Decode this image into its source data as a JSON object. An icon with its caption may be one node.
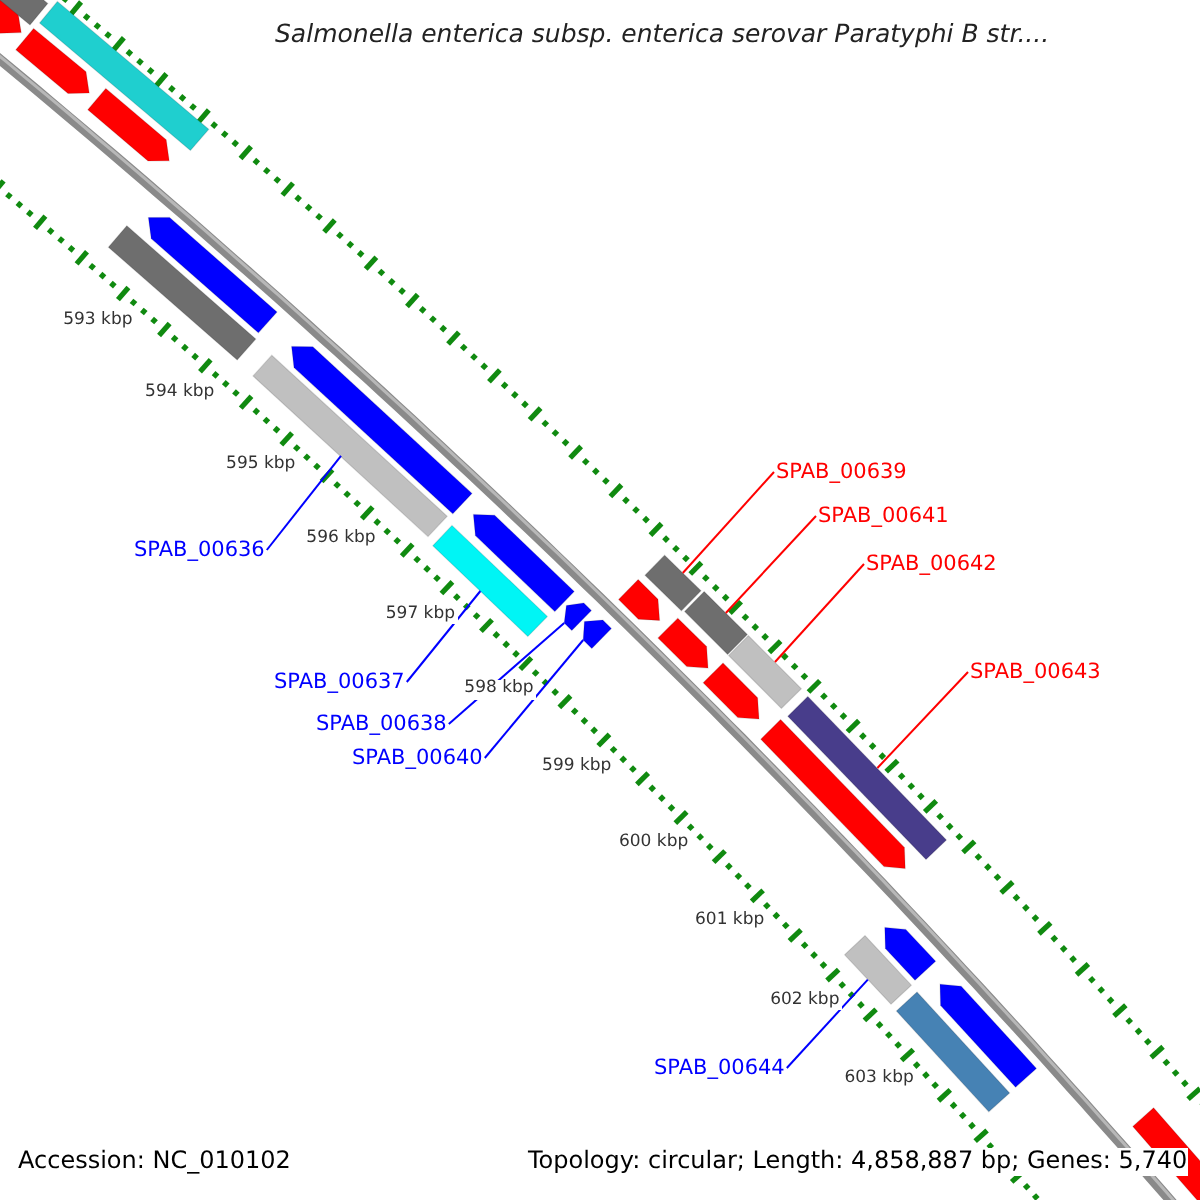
{
  "diagram": {
    "title": "Salmonella enterica subsp. enterica serovar Paratyphi B str....",
    "nodes": [
      {
        "text": [
          "SPAB_00636"
        ]
      },
      {
        "text": [],
        "shape": "bar"
      },
      {
        "text": [
          "SPAB_00637"
        ]
      },
      {
        "text": [],
        "shape": "bar"
      },
      {
        "text": [
          "SPAB_00638"
        ]
      },
      {
        "text": [],
        "shape": "bar"
      },
      {
        "text": [
          "SPAB_00639"
        ]
      },
      {
        "text": [],
        "shape": "bar"
      },
      {
        "text": [
          "SPAB_00640"
        ]
      },
      {
        "text": [],
        "shape": "bar"
      },
      {
        "text": [
          "SPAB_00641"
        ]
      },
      {
        "text": [],
        "shape": "bar"
      },
      {
        "text": [
          "SPAB_00642"
        ]
      },
      {
        "text": [],
        "shape": "bar"
      },
      {
        "text": [
          "SPAB_00643"
        ]
      },
      {
        "text": [],
        "shape": "bar"
      },
      {
        "text": [
          "SPAB_00644"
        ]
      },
      {
        "text": [],
        "shape": "bar"
      },
      {
        "text": [],
        "shape": "bar"
      },
      {
        "text": [],
        "shape": "bar"
      },
      {
        "text": [],
        "shape": "bar"
      },
      {
        "text": [],
        "shape": "bar"
      },
      {
        "text": [],
        "shape": "bar"
      },
      {
        "text": [],
        "shape": "bar"
      },
      {
        "text": [],
        "shape": "bar"
      },
      {
        "text": [],
        "shape": "bar"
      },
      {
        "text": [],
        "shape": "bar"
      },
      {
        "text": [],
        "shape": "bar"
      },
      {
        "text": [],
        "shape": "bar"
      },
      {
        "text": [],
        "shape": "bar"
      },
      {
        "text": [],
        "shape": "bar"
      },
      {
        "text": [],
        "shape": "bar"
      },
      {
        "text": [],
        "shape": "bar"
      },
      {
        "text": [],
        "shape": "bar"
      },
      {
        "text": [],
        "shape": "bar"
      }
    ],
    "edges": [
      {
        "from": 0,
        "to": 1,
        "arrow": "none"
      },
      {
        "from": 2,
        "to": 3,
        "arrow": "none"
      },
      {
        "from": 4,
        "to": 5,
        "arrow": "none"
      },
      {
        "from": 6,
        "to": 7,
        "arrow": "none",
        "color": "#ff0000"
      },
      {
        "from": 8,
        "to": 9,
        "arrow": "none"
      },
      {
        "from": 10,
        "to": 11,
        "arrow": "none",
        "color": "#ff0000"
      },
      {
        "from": 12,
        "to": 13,
        "arrow": "none",
        "color": "#ff0000"
      },
      {
        "from": 14,
        "to": 15,
        "arrow": "none",
        "color": "#ff0000"
      },
      {
        "from": 16,
        "to": 17,
        "arrow": "none"
      }
    ],
    "labels": [
      "593 kbp",
      "594 kbp",
      "595 kbp",
      "596 kbp",
      "597 kbp",
      "598 kbp",
      "599 kbp",
      "600 kbp",
      "601 kbp",
      "602 kbp",
      "603 kbp",
      "Accession: NC_010102",
      "Topology: circular; Length: 4,858,887 bp; Genes: 5,740"
    ]
  }
}
